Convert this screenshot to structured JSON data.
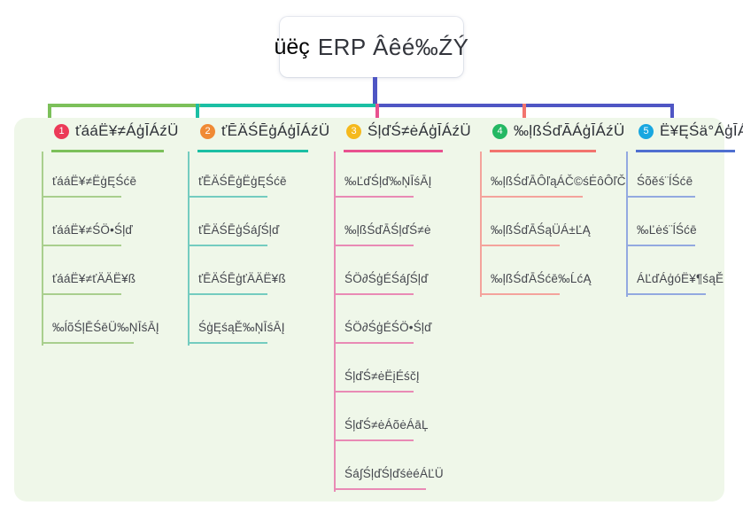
{
  "root": {
    "emoji": "üëç",
    "emoji_name": "thumbs-up-icon",
    "title": "ERP Âêé‰ŹÝ"
  },
  "colors": {
    "panel_bg": "#eff7e9",
    "root_stem": "#4f56c4",
    "bar_green": "#7cc05a",
    "bar_teal": "#1bbfa4",
    "bar_blue": "#4f56c4",
    "drop_green": "#7cc05a",
    "drop_teal": "#1bbfa4",
    "drop_pink": "#e8518f",
    "drop_red": "#f2746e",
    "drop_blue": "#4f56c4",
    "badge_1": "#ec3a58",
    "badge_2": "#f08a35",
    "badge_3": "#f5b91d",
    "badge_4": "#24b863",
    "badge_5": "#19a7e0",
    "rule_1": "#7cc05a",
    "rule_2": "#1bbfa4",
    "rule_3": "#e8518f",
    "rule_4": "#f2746e",
    "rule_5": "#4f6fd0",
    "leaf_1": "#a9cf8e",
    "leaf_2": "#74ccc0",
    "leaf_3": "#e98ab5",
    "leaf_4": "#f4a39c",
    "leaf_5": "#93a9e0",
    "text_dark": "#2e3138",
    "text_leaf": "#44464d"
  },
  "columns": [
    {
      "index": "1",
      "title": "ťááË¥≠ÁģĪÁźÜ",
      "items": [
        "ťááË¥≠ËģĘŚćē",
        "ťááË¥≠ŚÖ•Śļď",
        "ťááË¥≠ťÄÄË¥ß",
        "‰ĺõŚļĒŚēÜ‰ŅĪśĀĮ"
      ]
    },
    {
      "index": "2",
      "title": "ťĒÄŚĒģÁģĪÁźÜ",
      "items": [
        "ťĒÄŚĒģËģĘŚćē",
        "ťĒÄŚĒģŚá∫Śļď",
        "ťĒÄŚĒģťÄÄË¥ß",
        "ŚģĘśąĚ‰ŅĪśĀĮ"
      ]
    },
    {
      "index": "3",
      "title": "ŚļďŚ≠ėÁģĪÁźÜ",
      "items": [
        "‰ĽďŚļď‰ŅĪśĀĮ",
        "‰ļßŚďĀŚļďŚ≠ė",
        "ŚÖ∂ŚģÉŚá∫Śļď",
        "ŚÖ∂ŚģÉŚÖ•Śļď",
        "ŚļďŚ≠ėËįÉśčĮ",
        "ŚļďŚ≠ėÁõėÁāĻ",
        "Śá∫ŚļďŚļďśėéÁĽÜ"
      ]
    },
    {
      "index": "4",
      "title": "‰ļßŚďĀÁģĪÁźÜ",
      "items": [
        "‰ļßŚďĀÔľąÁČ©śĖôÔľČ",
        "‰ļßŚďĀŚąÜÁ±ĽĄ",
        "‰ļßŚďĀŚćē‰ĹćĄ"
      ]
    },
    {
      "index": "5",
      "title": "Ë¥ĘŚä°ÁģĪÁźÜ",
      "items": [
        "Śõěś¨ĺŚćē",
        "‰Ľėś¨ĺŚćē",
        "ÁĽďÁģóË¥¶śąĚ"
      ]
    }
  ]
}
